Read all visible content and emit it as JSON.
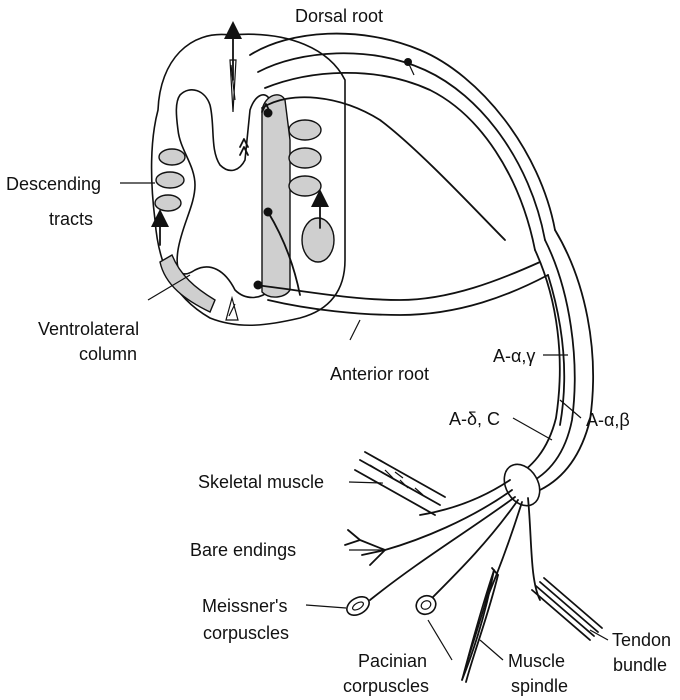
{
  "labels": {
    "dorsal_root": "Dorsal root",
    "descending_tracts_1": "Descending",
    "descending_tracts_2": "tracts",
    "ventrolateral_1": "Ventrolateral",
    "ventrolateral_2": "column",
    "anterior_root": "Anterior root",
    "a_alpha_gamma": "A-α,γ",
    "a_delta_c": "A-δ, C",
    "a_alpha_beta": "A-α,β",
    "skeletal_muscle": "Skeletal muscle",
    "bare_endings": "Bare endings",
    "meissner_1": "Meissner's",
    "meissner_2": "corpuscles",
    "pacinian_1": "Pacinian",
    "pacinian_2": "corpuscles",
    "muscle_spindle_1": "Muscle",
    "muscle_spindle_2": "spindle",
    "tendon_bundle_1": "Tendon",
    "tendon_bundle_2": "bundle"
  },
  "colors": {
    "line": "#111111",
    "gray_matter_shading": "#cfcfcf",
    "background": "#ffffff"
  }
}
